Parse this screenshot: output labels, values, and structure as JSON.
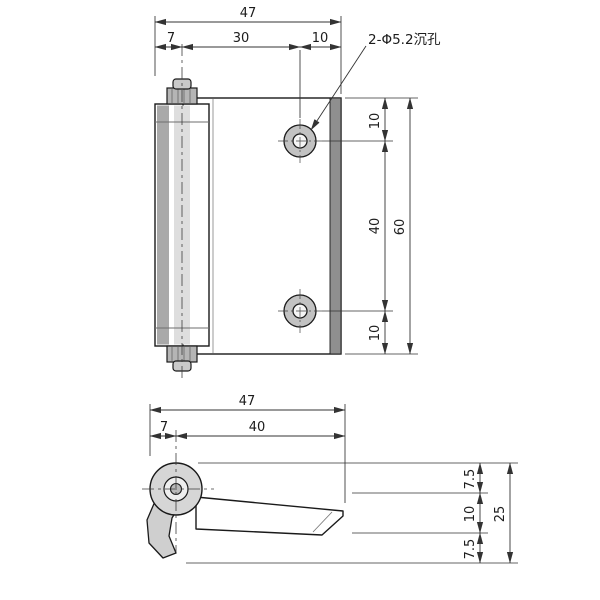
{
  "drawing": {
    "type": "technical-drawing",
    "part": "spring hinge",
    "colors": {
      "background": "#ffffff",
      "line": "#1a1a1a",
      "dimension_line": "#333333",
      "fill_light": "#d6d6d6",
      "fill_mid": "#c6c6c6",
      "fill_dark": "#8f8f8f"
    },
    "front_view": {
      "hole_callout": "2-Φ5.2沉孔",
      "dims": {
        "width_total": "47",
        "width_pin_offset": "7",
        "width_pin_to_hole": "30",
        "width_hole_to_edge": "10",
        "height_edge_to_hole_top": "10",
        "height_hole_to_hole": "40",
        "height_hole_to_edge_bottom": "10",
        "height_total": "60"
      }
    },
    "side_view": {
      "dims": {
        "width_total": "47",
        "width_pin_offset": "7",
        "width_leaf": "40",
        "height_top": "7.5",
        "height_mid": "10",
        "height_bottom": "7.5",
        "height_total": "25"
      }
    }
  }
}
